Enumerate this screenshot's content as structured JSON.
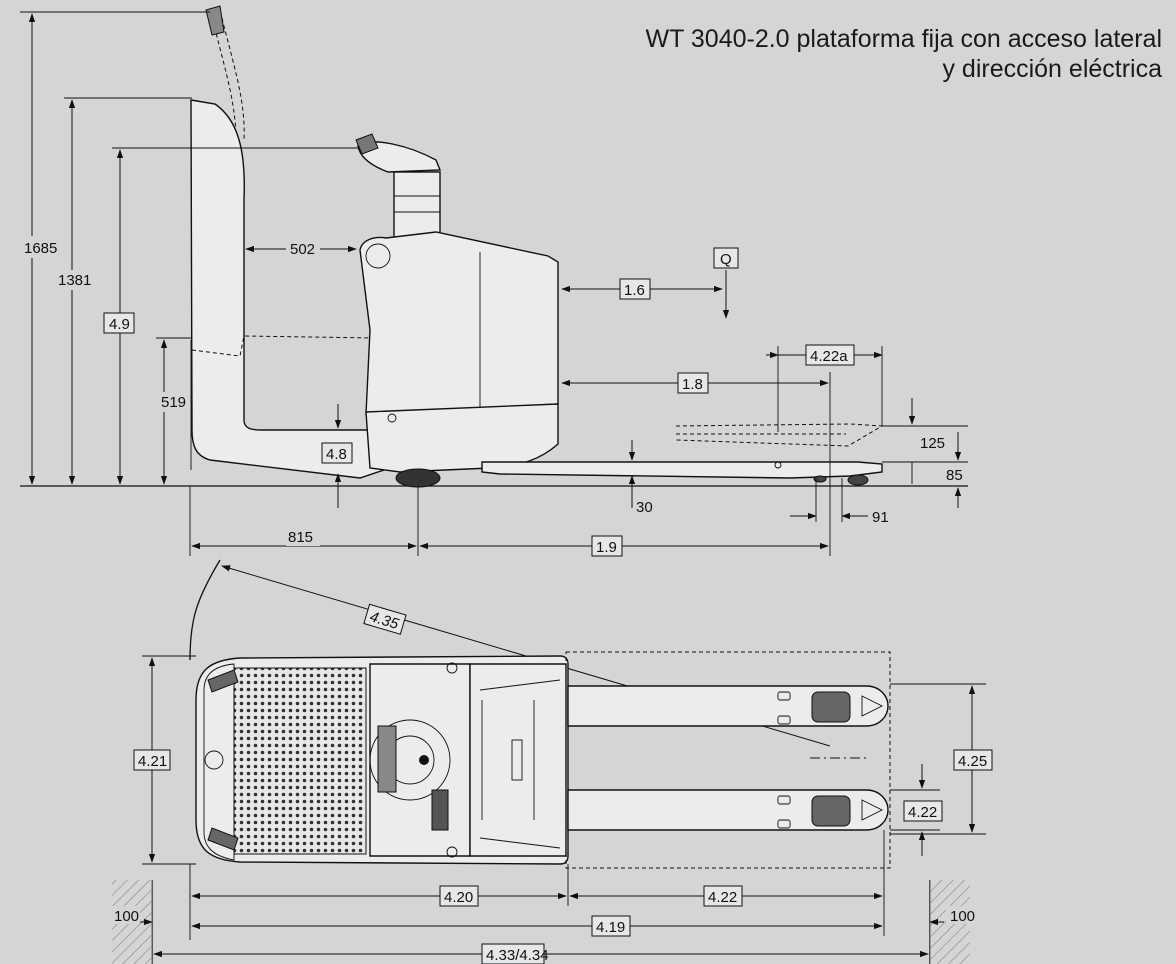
{
  "title": {
    "line1": "WT 3040-2.0 plataforma fija con acceso lateral",
    "line2": "y dirección eléctrica"
  },
  "side_view": {
    "dim_1685": "1685",
    "dim_1381": "1381",
    "dim_4_9": "4.9",
    "dim_519": "519",
    "dim_502": "502",
    "dim_4_8": "4.8",
    "dim_1_6": "1.6",
    "q_marker": "Q",
    "dim_1_8": "1.8",
    "dim_4_22a": "4.22a",
    "dim_125": "125",
    "dim_85": "85",
    "dim_30": "30",
    "dim_91": "91",
    "dim_815": "815",
    "dim_1_9": "1.9"
  },
  "top_view": {
    "dim_4_35": "4.35",
    "dim_4_21": "4.21",
    "dim_4_25": "4.25",
    "dim_4_22_fork": "4.22",
    "dim_4_20": "4.20",
    "dim_4_22_length": "4.22",
    "dim_4_19": "4.19",
    "dim_4_33_34": "4.33/4.34",
    "dim_100_left": "100",
    "dim_100_right": "100"
  }
}
